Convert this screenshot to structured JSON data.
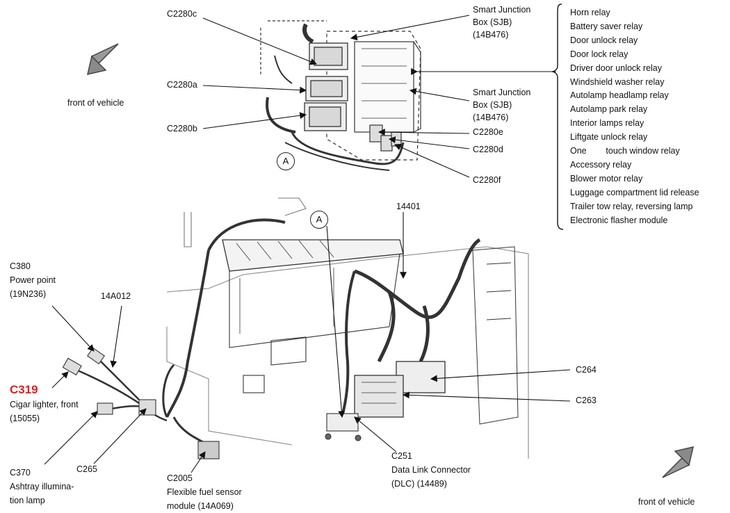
{
  "labels": {
    "c2280c": "C2280c",
    "c2280a": "C2280a",
    "c2280b": "C2280b",
    "c2280e": "C2280e",
    "c2280d": "C2280d",
    "c2280f": "C2280f",
    "sjb_top": [
      "Smart Junction",
      "Box (SJB)",
      "(14B476)"
    ],
    "sjb_mid": [
      "Smart Junction",
      "Box (SJB)",
      "(14B476)"
    ],
    "front_top": "front of vehicle",
    "front_bottom": "front of vehicle",
    "view_a": "A",
    "harness_14401": "14401",
    "c380": [
      "C380",
      "Power point",
      "(19N236)"
    ],
    "harness_14a012": "14A012",
    "c319_code": "C319",
    "c319_desc": [
      "Cigar lighter, front",
      "(15055)"
    ],
    "c370": [
      "C370",
      "Ashtray illumina-",
      "tion lamp"
    ],
    "c265": "C265",
    "c2005": [
      "C2005",
      "Flexible fuel sensor",
      "module (14A069)"
    ],
    "c251": [
      "C251",
      "Data Link Connector",
      "(DLC) (14489)"
    ],
    "c264": "C264",
    "c263": "C263"
  },
  "relays": [
    "Horn relay",
    "Battery saver relay",
    "Door unlock relay",
    "Door lock relay",
    "Driver door unlock relay",
    "Windshield washer relay",
    "Autolamp headlamp relay",
    "Autolamp park relay",
    "Interior lamps relay",
    "Liftgate unlock relay",
    "One        touch window relay",
    "Accessory relay",
    "Blower motor relay",
    "Luggage compartment lid release",
    "Trailer tow relay, reversing lamp",
    "Electronic flasher module"
  ],
  "colors": {
    "highlight": "#e02020",
    "arrow_fill": "#8a8a8a"
  },
  "icons": [
    "front-direction-arrow-icon",
    "view-a-marker-icon"
  ]
}
